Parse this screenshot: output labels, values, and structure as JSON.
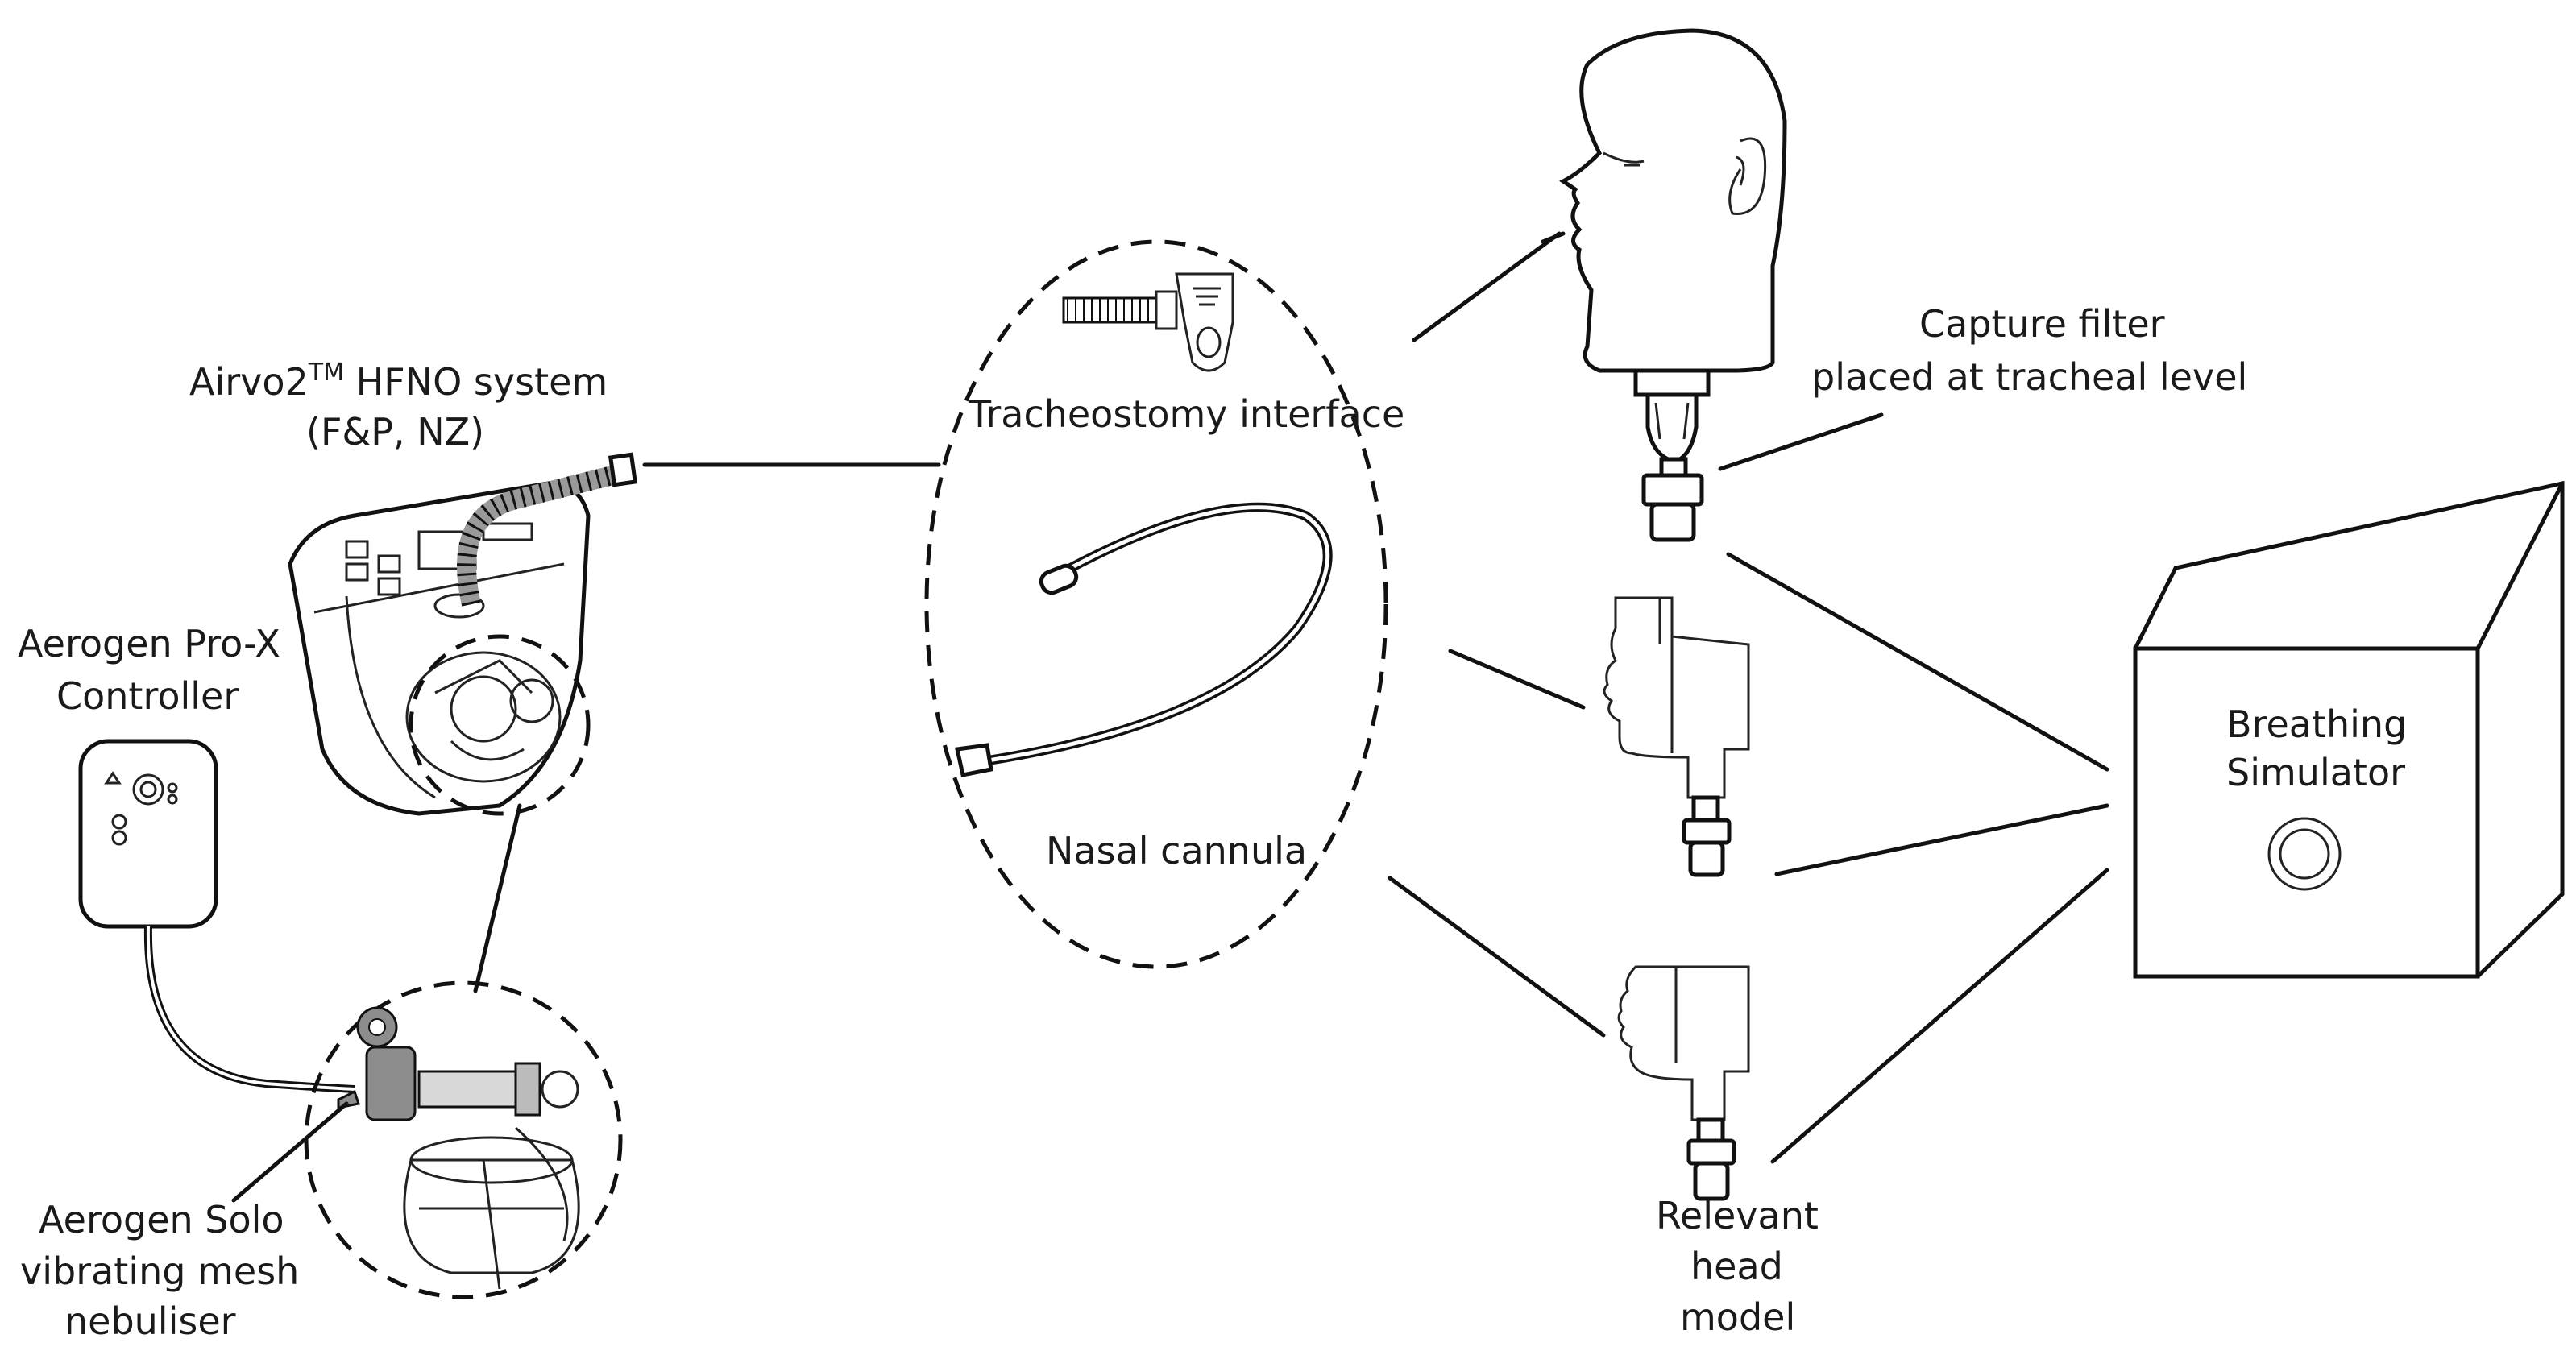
{
  "labels": {
    "airvo_line1": "Airvo2",
    "airvo_tm": "TM",
    "airvo_line1_rest": " HFNO system",
    "airvo_line2": "(F&P, NZ)",
    "controller_line1": "Aerogen Pro-X",
    "controller_line2": "Controller",
    "solo_line1": "Aerogen Solo",
    "solo_line2": "vibrating mesh",
    "solo_line3": "nebuliser",
    "trach_interface": "Tracheostomy interface",
    "nasal_cannula": "Nasal cannula",
    "capture_line1": "Capture filter",
    "capture_line2": "placed at tracheal level",
    "simulator_line1": "Breathing",
    "simulator_line2": "Simulator",
    "head_line1": "Relevant",
    "head_line2": "head",
    "head_line3": "model"
  },
  "colors": {
    "stroke": "#111111",
    "device_gray": "#9a9a9a",
    "background": "#ffffff"
  }
}
